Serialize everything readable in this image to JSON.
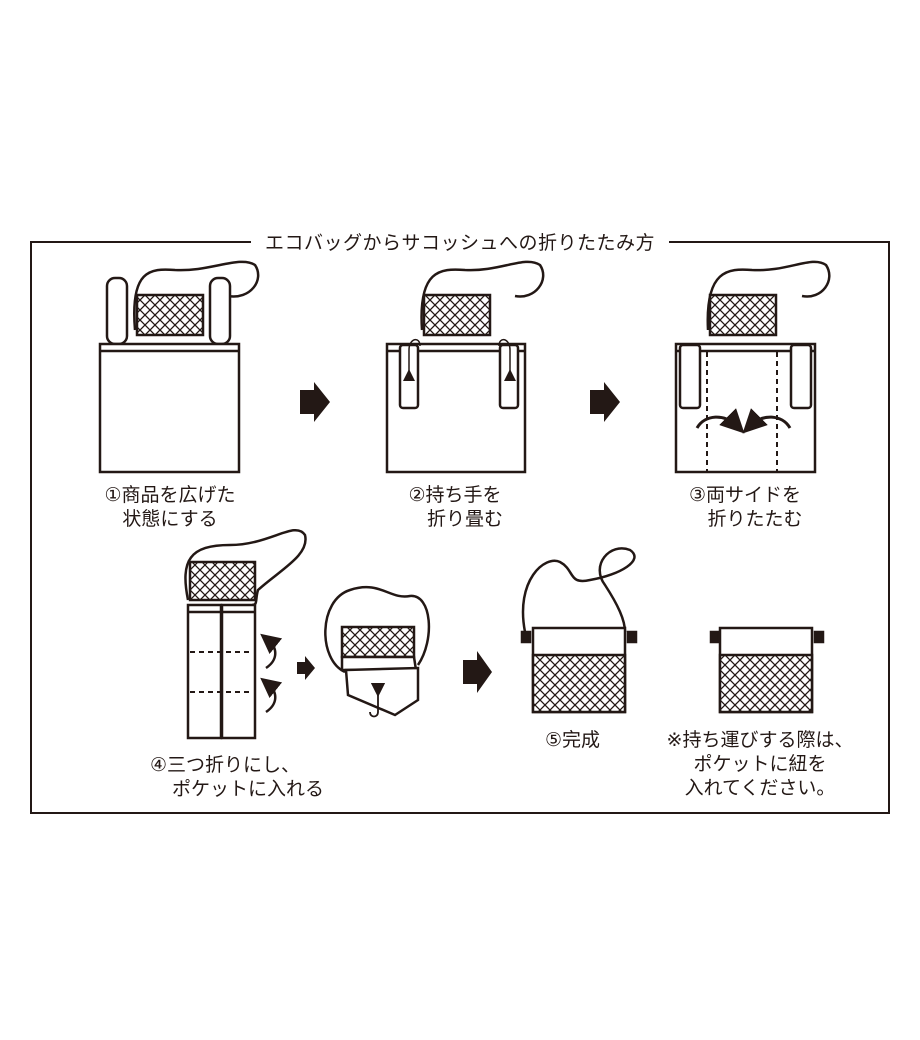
{
  "title": "エコバッグからサコッシュへの折りたたみ方",
  "steps": [
    {
      "line1": "①商品を広げた",
      "line2": "状態にする"
    },
    {
      "line1": "②持ち手を",
      "line2": "折り畳む"
    },
    {
      "line1": "③両サイドを",
      "line2": "折りたたむ"
    },
    {
      "line1": "④三つ折りにし、",
      "line2": "ポケットに入れる"
    },
    {
      "line1": "⑤完成"
    }
  ],
  "note": {
    "line1": "※持ち運びする際は、",
    "line2": "ポケットに紐を",
    "line3": "入れてください。"
  },
  "colors": {
    "ink": "#231815",
    "background": "#ffffff"
  }
}
